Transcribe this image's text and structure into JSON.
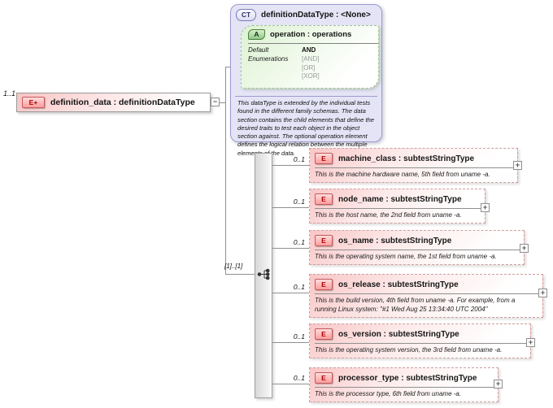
{
  "icons": {
    "element": "E",
    "element_expanded": "E+",
    "complex_type": "CT",
    "attribute": "A",
    "collapse": "−",
    "expand": "+"
  },
  "colors": {
    "element_pink": "#f9c6c6",
    "complex_type_lavender": "#e4e4f6",
    "attribute_green": "#dcf2d2",
    "connector_gray": "#909090"
  },
  "root_element": {
    "cardinality": "1..1",
    "label": "definition_data : definitionDataType"
  },
  "complex_type": {
    "title": "definitionDataType : <None>",
    "attribute": {
      "title": "operation : operations",
      "default_label": "Default",
      "default_value": "AND",
      "enumerations_label": "Enumerations",
      "enumerations": [
        "[AND]",
        "[OR]",
        "[XOR]"
      ]
    },
    "description": "This dataType is extended by the individual tests found in the different family schemas.  The data section contains the child elements that define the desired traits to test each object in the object section against.  The optional operation element defines the logical relation between the multiple elements of the data."
  },
  "sequence": {
    "cardinality": "[1]..[1]"
  },
  "children": [
    {
      "cardinality": "0..1",
      "label": "machine_class : subtestStringType",
      "annotation": "This is the machine hardware name, 5th field from uname -a."
    },
    {
      "cardinality": "0..1",
      "label": "node_name : subtestStringType",
      "annotation": "This is the host name, the 2nd field from uname -a."
    },
    {
      "cardinality": "0..1",
      "label": "os_name : subtestStringType",
      "annotation": "This is the operating system name, the 1st field from uname -a."
    },
    {
      "cardinality": "0..1",
      "label": "os_release : subtestStringType",
      "annotation": "This is the build version, 4th field from uname -a. For example, from a running Linux system: \"#1 Wed Aug 25 13:34:40 UTC 2004\""
    },
    {
      "cardinality": "0..1",
      "label": "os_version : subtestStringType",
      "annotation": "This is the operating system version, the 3rd field from uname -a."
    },
    {
      "cardinality": "0..1",
      "label": "processor_type : subtestStringType",
      "annotation": "This is the processor type, 6th field from uname -a."
    }
  ]
}
